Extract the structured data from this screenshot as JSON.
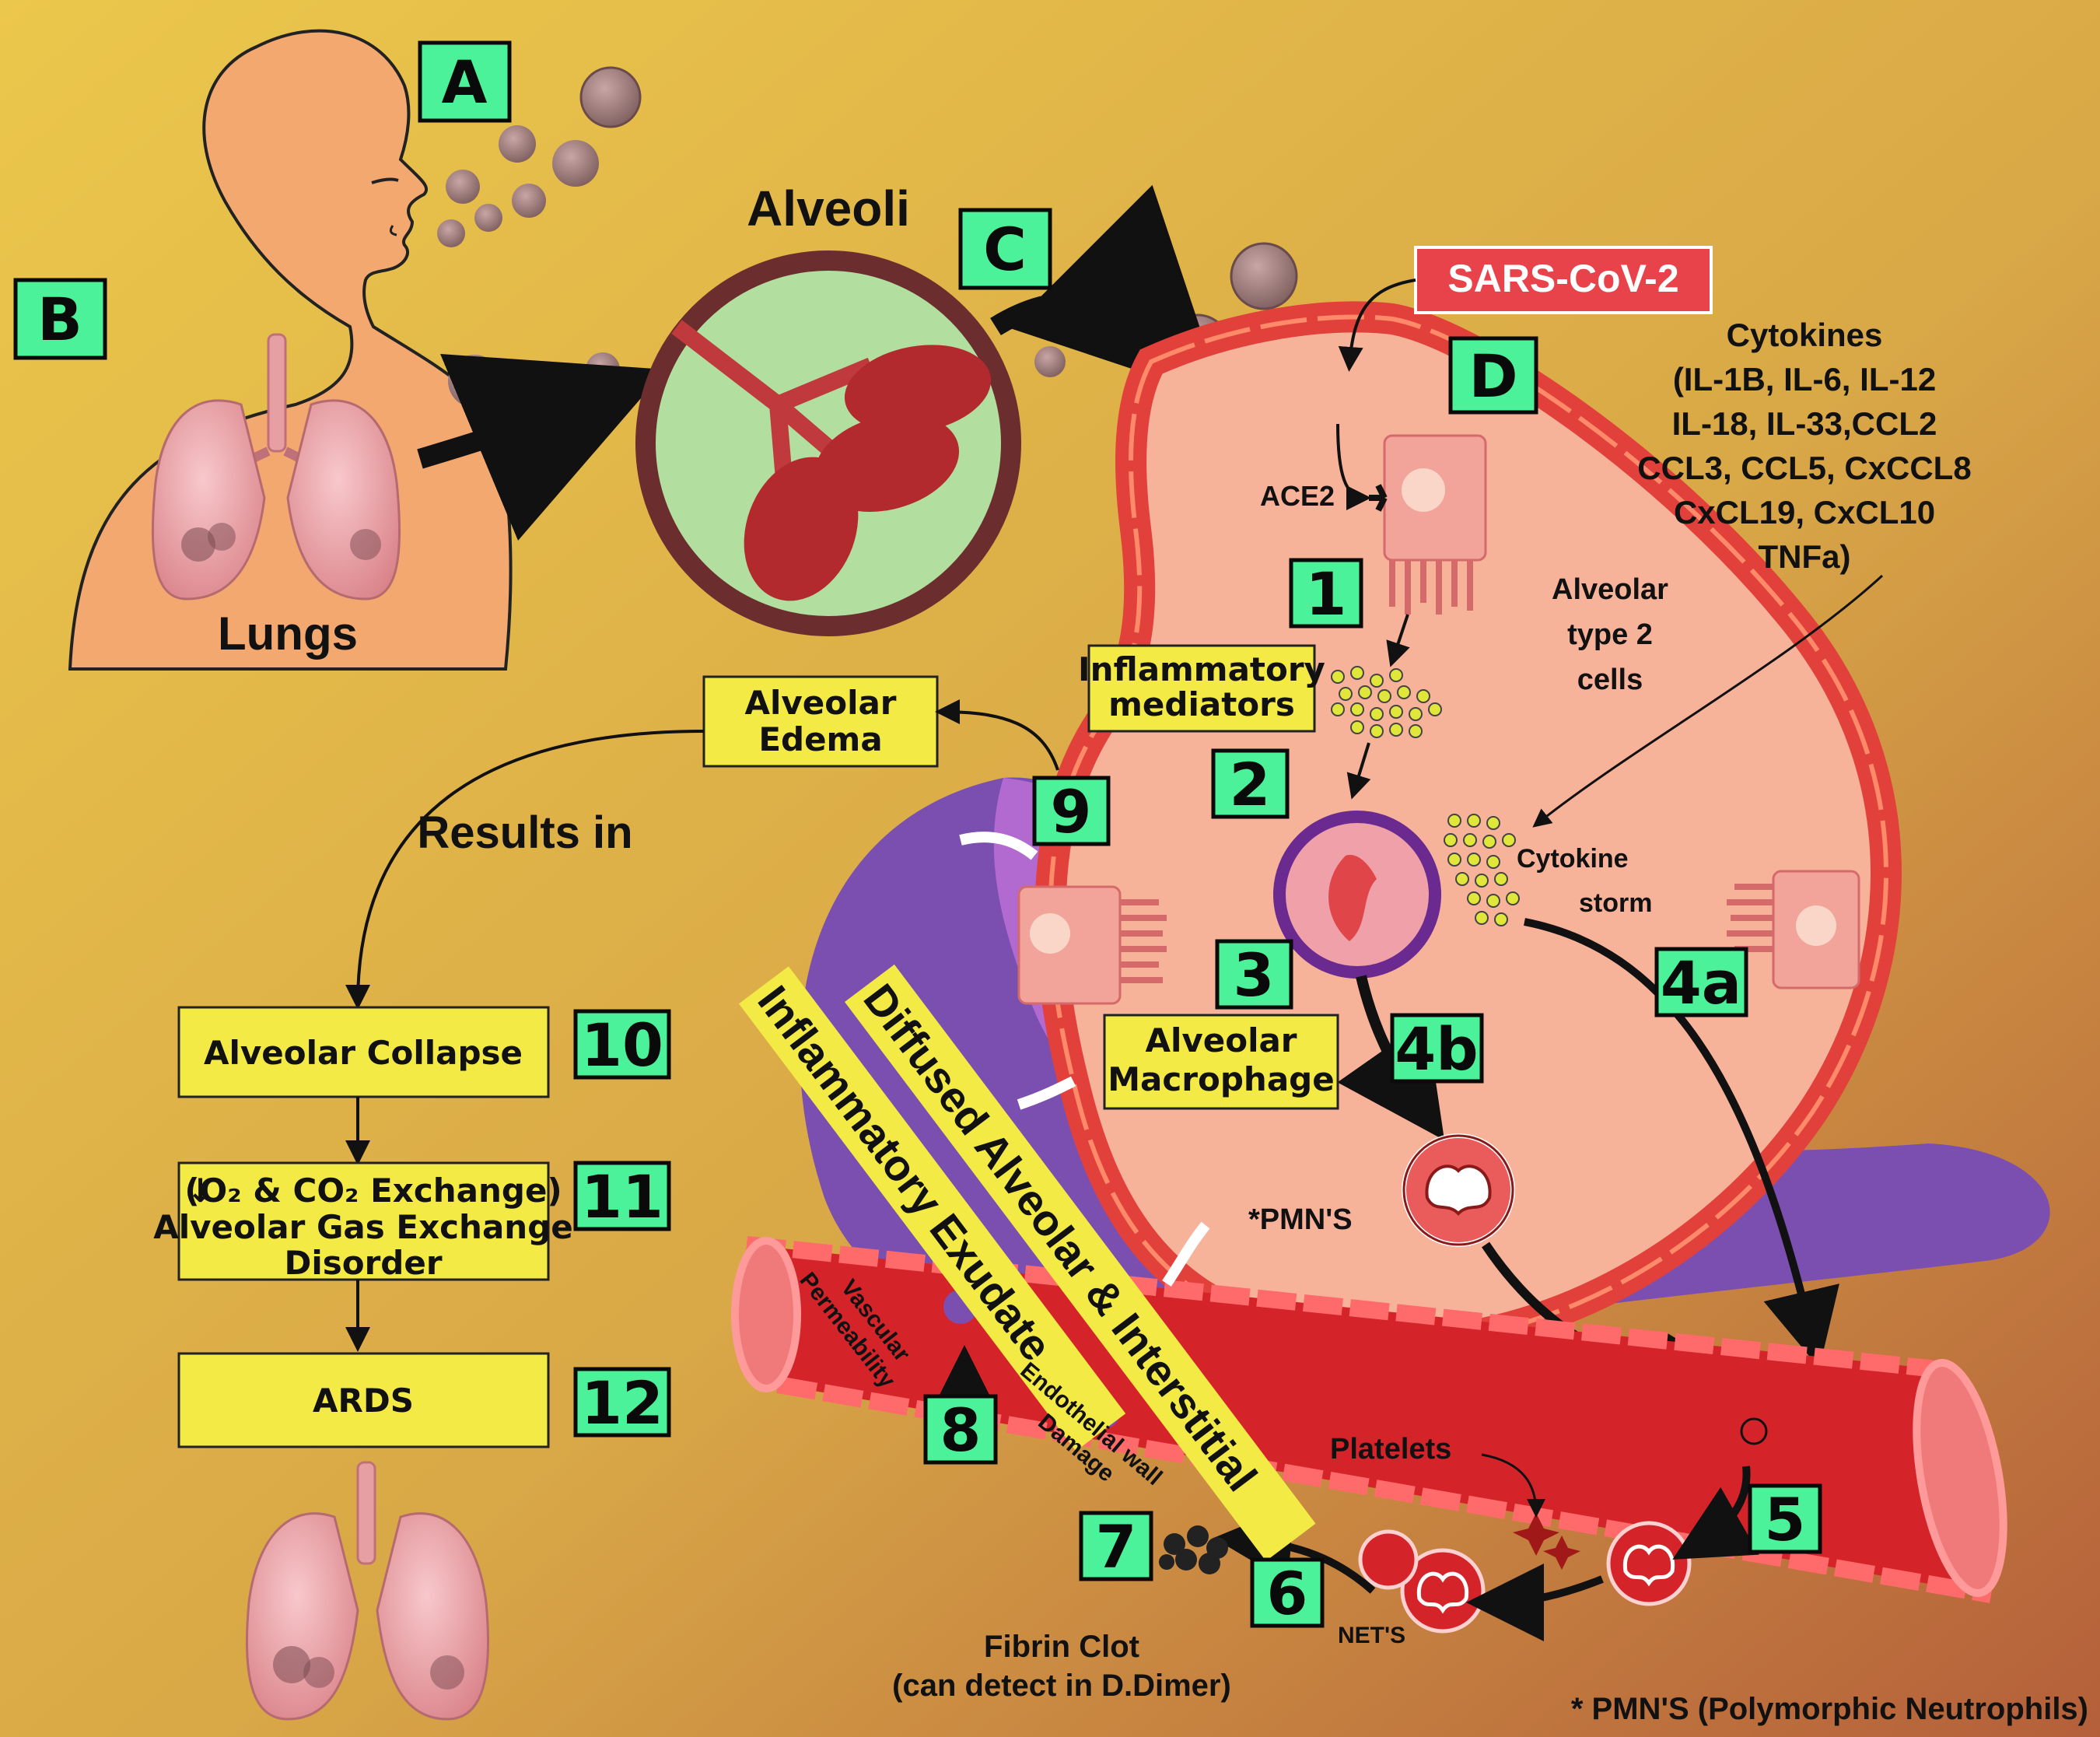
{
  "colors": {
    "background_top": "#e8c24a",
    "background_bottom": "#b8643a",
    "badge": "#4cf29a",
    "yellow_box": "#f3ea45",
    "alveolus_fill": "#f7b29a",
    "wall": "#e2403a",
    "interstitium": "#7b4fb0",
    "vessel": "#d4242a",
    "sars_label": "#e8434a"
  },
  "badges": {
    "A": "A",
    "B": "B",
    "C": "C",
    "D": "D",
    "n1": "1",
    "n2": "2",
    "n3": "3",
    "n4a": "4a",
    "n4b": "4b",
    "n5": "5",
    "n6": "6",
    "n7": "7",
    "n8": "8",
    "n9": "9",
    "n10": "10",
    "n11": "11",
    "n12": "12"
  },
  "labels": {
    "alveoli": "Alveoli",
    "lungs": "Lungs",
    "sars": "SARS-CoV-2",
    "ace2": "ACE2",
    "cytokines": [
      "Cytokines",
      "(IL-1B, IL-6, IL-12",
      "IL-18, IL-33,CCL2",
      "CCL3, CCL5, CxCCL8",
      "CxCL19, CxCL10",
      "TNFa)"
    ],
    "alveolar_type2": [
      "Alveolar",
      "type 2",
      "cells"
    ],
    "inflammatory_mediators": [
      "Inflammatory",
      "mediators"
    ],
    "alveolar_edema": [
      "Alveolar",
      "Edema"
    ],
    "results_in": "Results in",
    "cytokine_storm": [
      "Cytokine",
      "storm"
    ],
    "alveolar_macrophage": [
      "Alveolar",
      "Macrophage"
    ],
    "exudate": [
      "Diffused Alveolar & Interstitial",
      "Inflammatory Exudate"
    ],
    "pmns": "*PMN'S",
    "alveolar_collapse": "Alveolar Collapse",
    "gas_exchange": [
      "(O₂ & CO₂ Exchange)",
      "Alveolar Gas Exchange",
      "Disorder"
    ],
    "gas_arrow": "↓",
    "ards": "ARDS",
    "vascular_permeability": [
      "Vascular",
      "Permeability"
    ],
    "endothelial_damage": [
      "Endothelial wall",
      "Damage"
    ],
    "platelets": "Platelets",
    "nets": "NET'S",
    "fibrin_clot": [
      "Fibrin Clot",
      "(can detect in D.Dimer)"
    ],
    "footnote": "* PMN'S (Polymorphic Neutrophils)"
  }
}
